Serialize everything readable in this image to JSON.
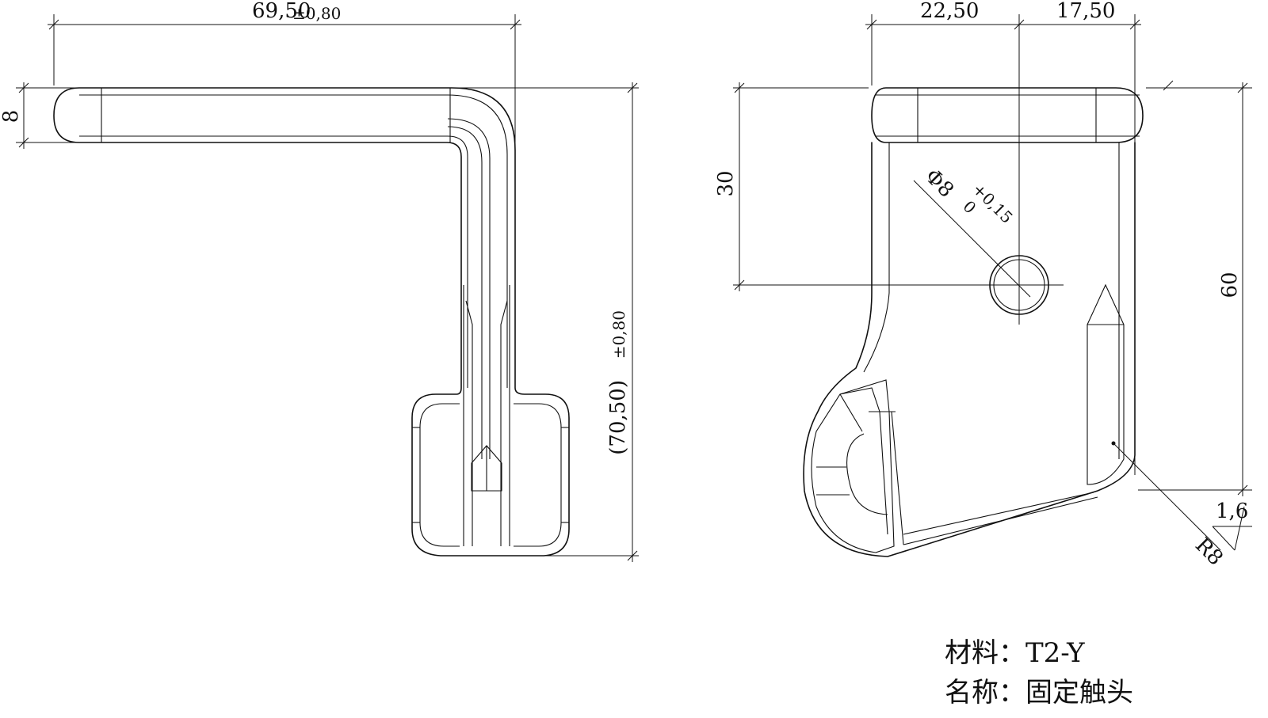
{
  "dimensions": {
    "width_main": "69,50",
    "width_tol": "±0,80",
    "height_left": "8",
    "height_front": "(70,50)",
    "height_front_tol": "±0,80",
    "width_a": "22,50",
    "width_b": "17,50",
    "height_30": "30",
    "height_60": "60",
    "hole_dia": "Φ8",
    "hole_tol_upper": "+0,15",
    "hole_tol_lower": "0",
    "radius": "R8",
    "roughness": "1,6"
  },
  "notes": {
    "material_label": "材料：",
    "material_value": "T2-Y",
    "name_label": "名称：",
    "name_value": "固定触头"
  }
}
